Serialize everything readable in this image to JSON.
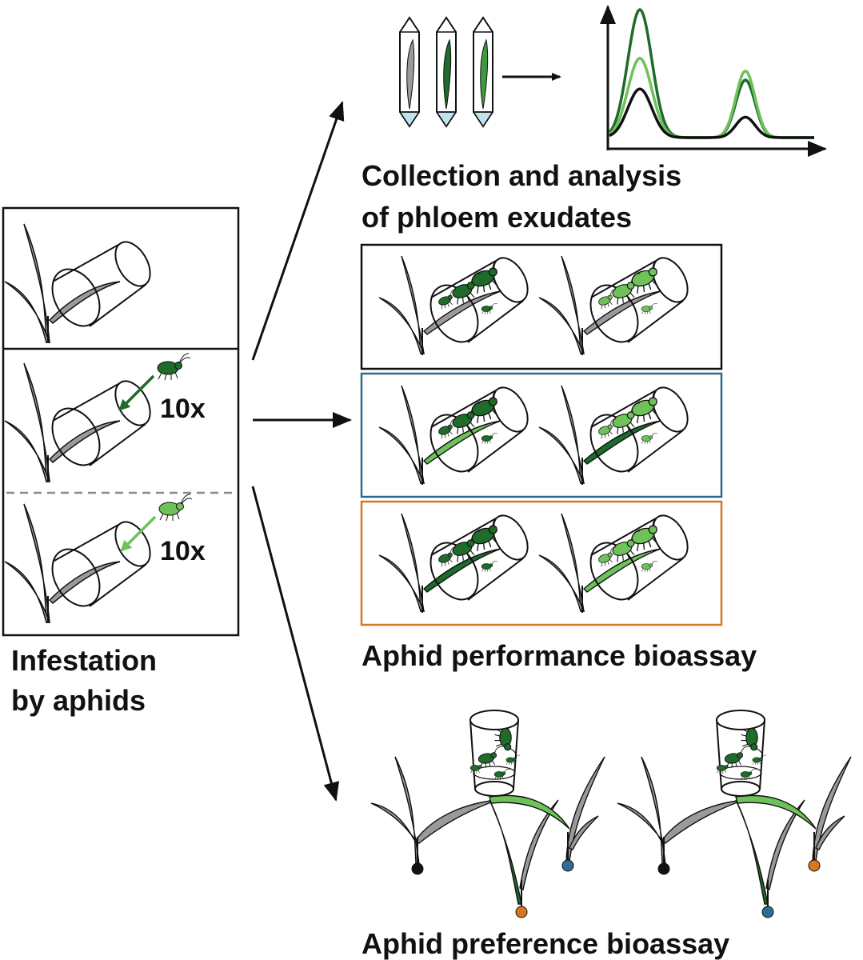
{
  "labels": {
    "collection_line1": "Collection and analysis",
    "collection_line2": "of phloem exudates",
    "performance": "Aphid performance bioassay",
    "preference": "Aphid preference bioassay",
    "infestation_line1": "Infestation",
    "infestation_line2": "by aphids",
    "multiplier_dark": "10x",
    "multiplier_light": "10x"
  },
  "colors": {
    "dark_green": "#1e6b2a",
    "mid_green": "#3f9a3f",
    "light_green": "#6fc25a",
    "grey_leaf": "#9a9a9a",
    "black": "#111111",
    "blue_frame": "#2f6a8a",
    "orange_frame": "#d27a22",
    "blue_dot": "#2f6d92",
    "orange_dot": "#d6771f",
    "vial_liquid": "#bfe3ee",
    "dashed_divider": "#8a8a8a"
  },
  "chromatogram": {
    "traces": [
      {
        "color": "dark_green",
        "peak1": 1.0,
        "peak2": 0.45
      },
      {
        "color": "light_green",
        "peak1": 0.62,
        "peak2": 0.52
      },
      {
        "color": "black",
        "peak1": 0.38,
        "peak2": 0.16
      }
    ]
  }
}
